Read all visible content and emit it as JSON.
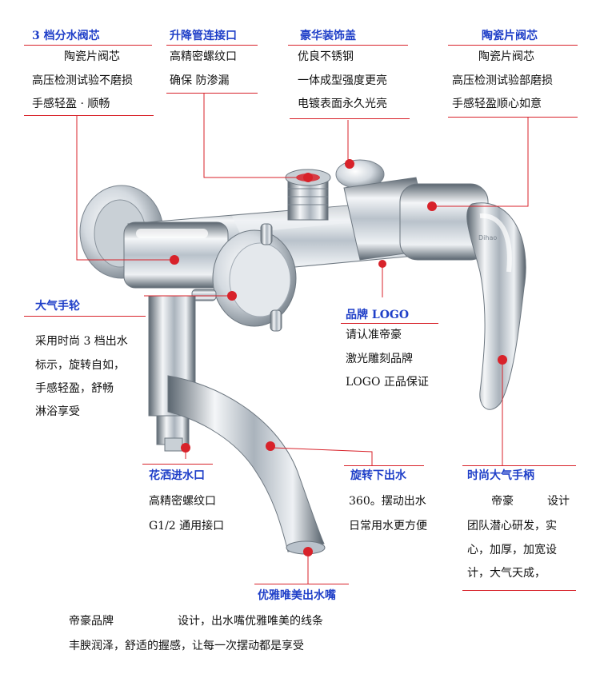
{
  "colors": {
    "title": "#1f3fc8",
    "accent": "#d8222a",
    "text": "#111111",
    "chrome_light": "#f4f6f8",
    "chrome_mid": "#b9c2cb",
    "chrome_dark": "#5b6670"
  },
  "callouts": {
    "c1": {
      "title": "3 档分水阀芯",
      "lines": [
        "陶瓷片阀芯",
        "高压检测试验不磨损",
        "手感轻盈 · 顺畅"
      ]
    },
    "c2": {
      "title": "升降管连接口",
      "lines": [
        "高精密螺纹口",
        "确保  防渗漏"
      ]
    },
    "c3": {
      "title": "豪华装饰盖",
      "lines": [
        "优良不锈钢",
        "一体成型强度更亮",
        "电镀表面永久光亮"
      ]
    },
    "c4": {
      "title": "陶瓷片阀芯",
      "lines": [
        "陶瓷片阀芯",
        "高压检测试验部磨损",
        "手感轻盈顺心如意"
      ]
    },
    "c5": {
      "title": "大气手轮",
      "lines": [
        "采用时尚 3 档出水",
        "标示，旋转自如，",
        "手感轻盈，舒畅",
        "淋浴享受"
      ]
    },
    "c6": {
      "title": "品牌 LOGO",
      "lines": [
        "请认准帝豪",
        "激光雕刻品牌",
        "LOGO 正品保证"
      ]
    },
    "c7": {
      "title": "花洒进水口",
      "lines": [
        "高精密螺纹口",
        "G1/2 通用接口"
      ]
    },
    "c8": {
      "title": "旋转下出水",
      "lines": [
        "360。摆动出水",
        "日常用水更方便"
      ]
    },
    "c9": {
      "title": "时尚大气手柄",
      "lines": [
        "帝豪",
        "设计",
        "团队潜心研发，实",
        "心，加厚，加宽设",
        "计，大气天成，"
      ]
    },
    "c10": {
      "title": "优雅唯美出水嘴",
      "line1_a": "帝豪品牌",
      "line1_b": "设计，出水嘴优雅唯美的线条",
      "line2": "丰腴润泽，舒适的握感，让每一次摆动都是享受"
    }
  }
}
